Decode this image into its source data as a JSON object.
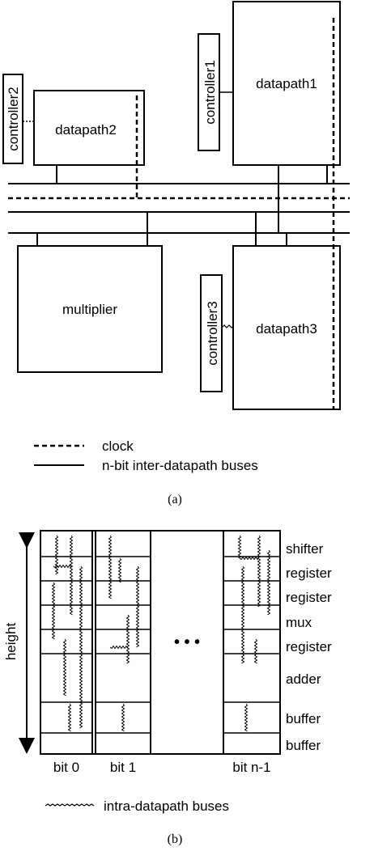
{
  "part_a": {
    "blocks": {
      "datapath1": "datapath1",
      "datapath2": "datapath2",
      "datapath3": "datapath3",
      "multiplier": "multiplier"
    },
    "controllers": {
      "controller1": "controller1",
      "controller2": "controller2",
      "controller3": "controller3"
    },
    "legend": {
      "clock": "clock",
      "buses": "n-bit inter-datapath buses"
    },
    "caption": "(a)"
  },
  "part_b": {
    "axis_label": "height",
    "rows": [
      "shifter",
      "register",
      "register",
      "mux",
      "register",
      "adder",
      "buffer",
      "buffer"
    ],
    "columns": [
      "bit 0",
      "bit 1",
      "bit n-1"
    ],
    "ellipsis": "• • •",
    "legend": {
      "intra_buses": "intra-datapath buses"
    },
    "caption": "(b)"
  }
}
